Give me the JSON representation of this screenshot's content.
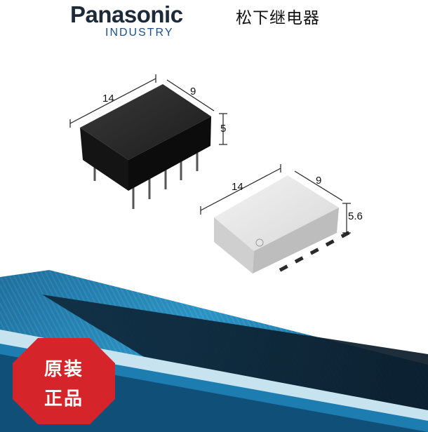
{
  "brand": {
    "name": "Panasonic",
    "division": "INDUSTRY"
  },
  "title": "松下继电器",
  "relay_black": {
    "length": "14",
    "width": "9",
    "height": "5"
  },
  "relay_white": {
    "length": "14",
    "width": "9",
    "height": "5.6"
  },
  "badge": {
    "line1": "原装",
    "line2": "正品"
  },
  "colors": {
    "brand_text": "#1c2a3a",
    "brand_blue": "#1d4f8c",
    "badge_red": "#d6252a",
    "stripe_blue": "#2a8fc0"
  }
}
